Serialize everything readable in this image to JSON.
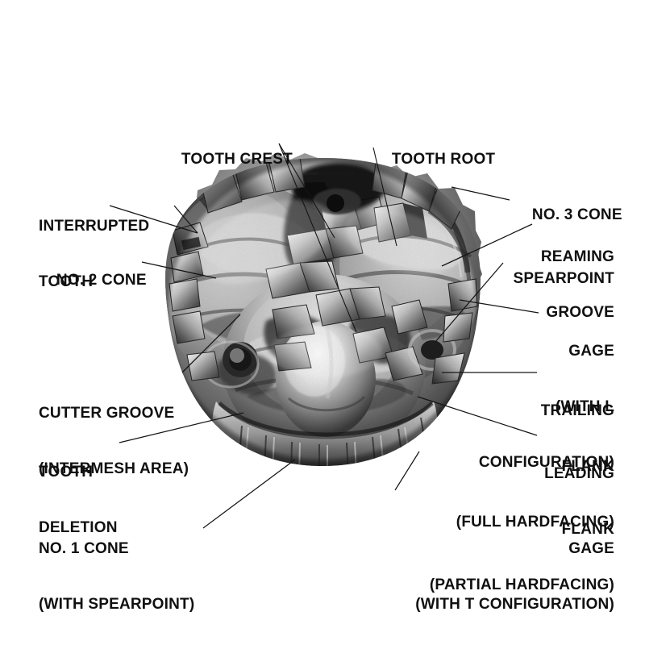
{
  "figure": {
    "subject": "tricone-drill-bit",
    "view": "bottom-cutting-face",
    "background_color": "#ffffff",
    "text_color": "#101010",
    "leader_color": "#151515"
  },
  "labels": {
    "tooth_crest": "TOOTH CREST",
    "tooth_root": "TOOTH ROOT",
    "interrupted_tooth_l1": "INTERRUPTED",
    "interrupted_tooth_l2": "TOOTH",
    "no_2_cone": "NO. 2 CONE",
    "no_3_cone": "NO. 3 CONE",
    "reaming_groove_l1": "REAMING",
    "reaming_groove_l2": "GROOVE",
    "spearpoint": "SPEARPOINT",
    "gage_l_l1": "GAGE",
    "gage_l_l2": "(WITH L",
    "gage_l_l3": "CONFIGURATION)",
    "trailing_flank_l1": "TRAILING",
    "trailing_flank_l2": "FLANK",
    "trailing_flank_l3": "(FULL HARDFACING)",
    "leading_flank_l1": "LEADING",
    "leading_flank_l2": "FLANK",
    "leading_flank_l3": "(PARTIAL HARDFACING)",
    "cutter_groove_l1": "CUTTER GROOVE",
    "cutter_groove_l2": "(INTERMESH AREA)",
    "tooth_deletion_l1": "TOOTH",
    "tooth_deletion_l2": "DELETION",
    "no_1_cone_l1": "NO. 1 CONE",
    "no_1_cone_l2": "(WITH SPEARPOINT)",
    "gage_t_l1": "GAGE",
    "gage_t_l2": "(WITH T CONFIGURATION)"
  }
}
